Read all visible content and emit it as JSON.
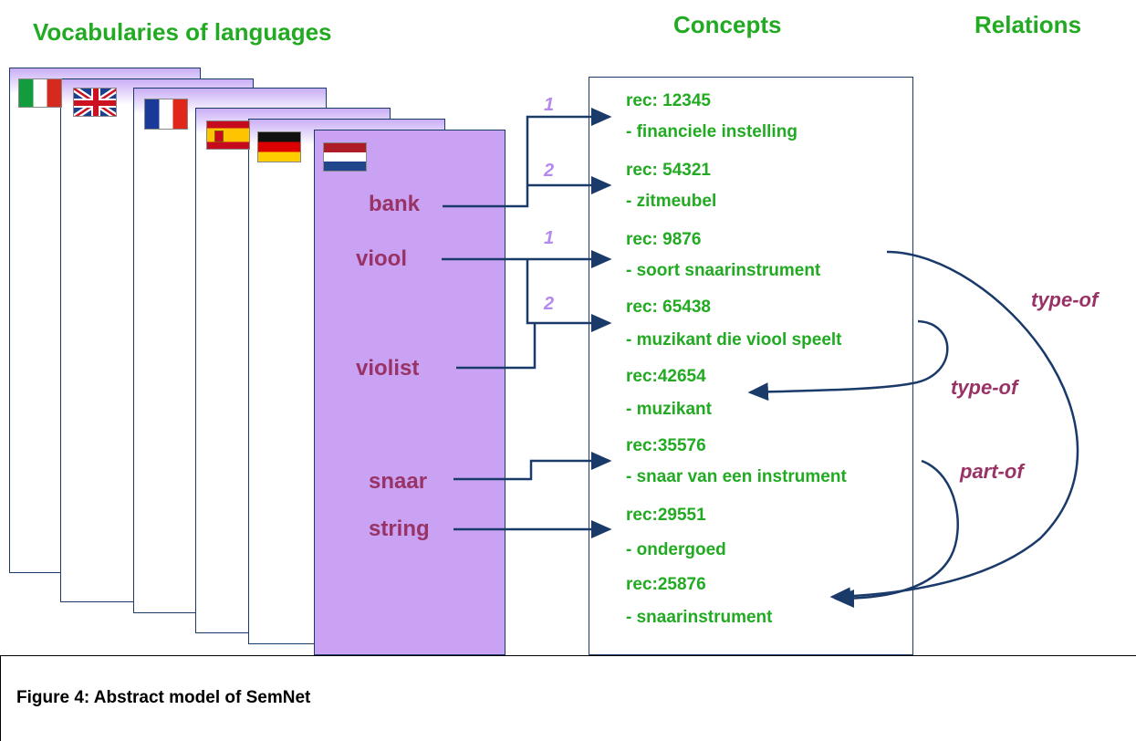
{
  "headings": {
    "vocabularies": "Vocabularies of languages",
    "concepts": "Concepts",
    "relations": "Relations"
  },
  "flags": [
    "italy",
    "united-kingdom",
    "france",
    "spain",
    "germany",
    "netherlands"
  ],
  "words": {
    "bank": "bank",
    "viool": "viool",
    "violist": "violist",
    "snaar": "snaar",
    "string": "string"
  },
  "concepts": [
    {
      "id": "rec: 12345",
      "gloss": "- financiele instelling"
    },
    {
      "id": "rec: 54321",
      "gloss": "- zitmeubel"
    },
    {
      "id": "rec: 9876",
      "gloss": "- soort snaarinstrument"
    },
    {
      "id": "rec: 65438",
      "gloss": "- muzikant die viool speelt"
    },
    {
      "id": "rec:42654",
      "gloss": "- muzikant"
    },
    {
      "id": "rec:35576",
      "gloss": "- snaar van een instrument"
    },
    {
      "id": "rec:29551",
      "gloss": "- ondergoed"
    },
    {
      "id": "rec:25876",
      "gloss": "- snaarinstrument"
    }
  ],
  "sense_numbers": {
    "bank_1": "1",
    "bank_2": "2",
    "viool_1": "1",
    "viool_2": "2"
  },
  "relations": {
    "type_of_1": "type-of",
    "type_of_2": "type-of",
    "part_of": "part-of"
  },
  "caption": "Figure 4: Abstract model of SemNet",
  "colors": {
    "heading": "#22aa22",
    "word": "#993366",
    "sense": "#b488ee",
    "arrow": "#1a3a6a",
    "front_sheet": "#c9a2f4"
  }
}
